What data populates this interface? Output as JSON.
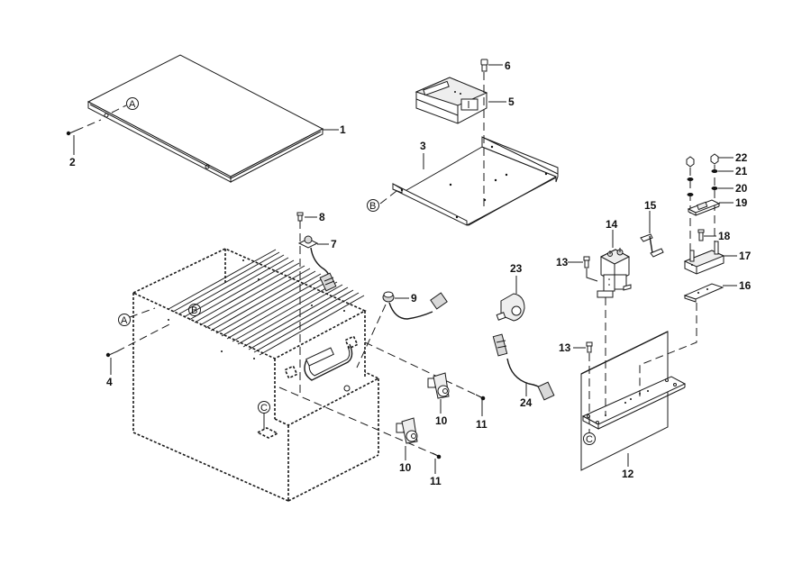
{
  "diagram": {
    "title": "Battery box assembly - exploded parts view",
    "callouts": [
      {
        "id": "c1",
        "text": "1",
        "part": "top-cover"
      },
      {
        "id": "c2",
        "text": "2",
        "part": "cover-screw"
      },
      {
        "id": "c3",
        "text": "3",
        "part": "controller-tray"
      },
      {
        "id": "c4",
        "text": "4",
        "part": "box-screw"
      },
      {
        "id": "c5",
        "text": "5",
        "part": "controller-module"
      },
      {
        "id": "c6",
        "text": "6",
        "part": "controller-screw"
      },
      {
        "id": "c7",
        "text": "7",
        "part": "harness-connector"
      },
      {
        "id": "c8",
        "text": "8",
        "part": "connector-screw"
      },
      {
        "id": "c9",
        "text": "9",
        "part": "grommet-harness"
      },
      {
        "id": "c10a",
        "text": "10",
        "part": "socket-upper"
      },
      {
        "id": "c10b",
        "text": "10",
        "part": "socket-lower"
      },
      {
        "id": "c11a",
        "text": "11",
        "part": "socket-screw-upper"
      },
      {
        "id": "c11b",
        "text": "11",
        "part": "socket-screw-lower"
      },
      {
        "id": "c12",
        "text": "12",
        "part": "mounting-plate"
      },
      {
        "id": "c13a",
        "text": "13",
        "part": "contactor-screw"
      },
      {
        "id": "c13b",
        "text": "13",
        "part": "plate-screw"
      },
      {
        "id": "c14",
        "text": "14",
        "part": "contactor"
      },
      {
        "id": "c15",
        "text": "15",
        "part": "bus-bar"
      },
      {
        "id": "c16",
        "text": "16",
        "part": "fuse-base-plate"
      },
      {
        "id": "c17",
        "text": "17",
        "part": "fuse-holder"
      },
      {
        "id": "c18",
        "text": "18",
        "part": "fuse-holder-screw"
      },
      {
        "id": "c19",
        "text": "19",
        "part": "fuse"
      },
      {
        "id": "c20",
        "text": "20",
        "part": "flat-washer"
      },
      {
        "id": "c21",
        "text": "21",
        "part": "lock-washer"
      },
      {
        "id": "c22",
        "text": "22",
        "part": "nut"
      },
      {
        "id": "c23",
        "text": "23",
        "part": "current-sensor"
      },
      {
        "id": "c24",
        "text": "24",
        "part": "sensor-harness"
      }
    ],
    "references": {
      "a_cover": "A",
      "a_box": "A",
      "b_tray": "B",
      "b_box": "B",
      "c_box": "C",
      "c_plate": "C"
    }
  }
}
